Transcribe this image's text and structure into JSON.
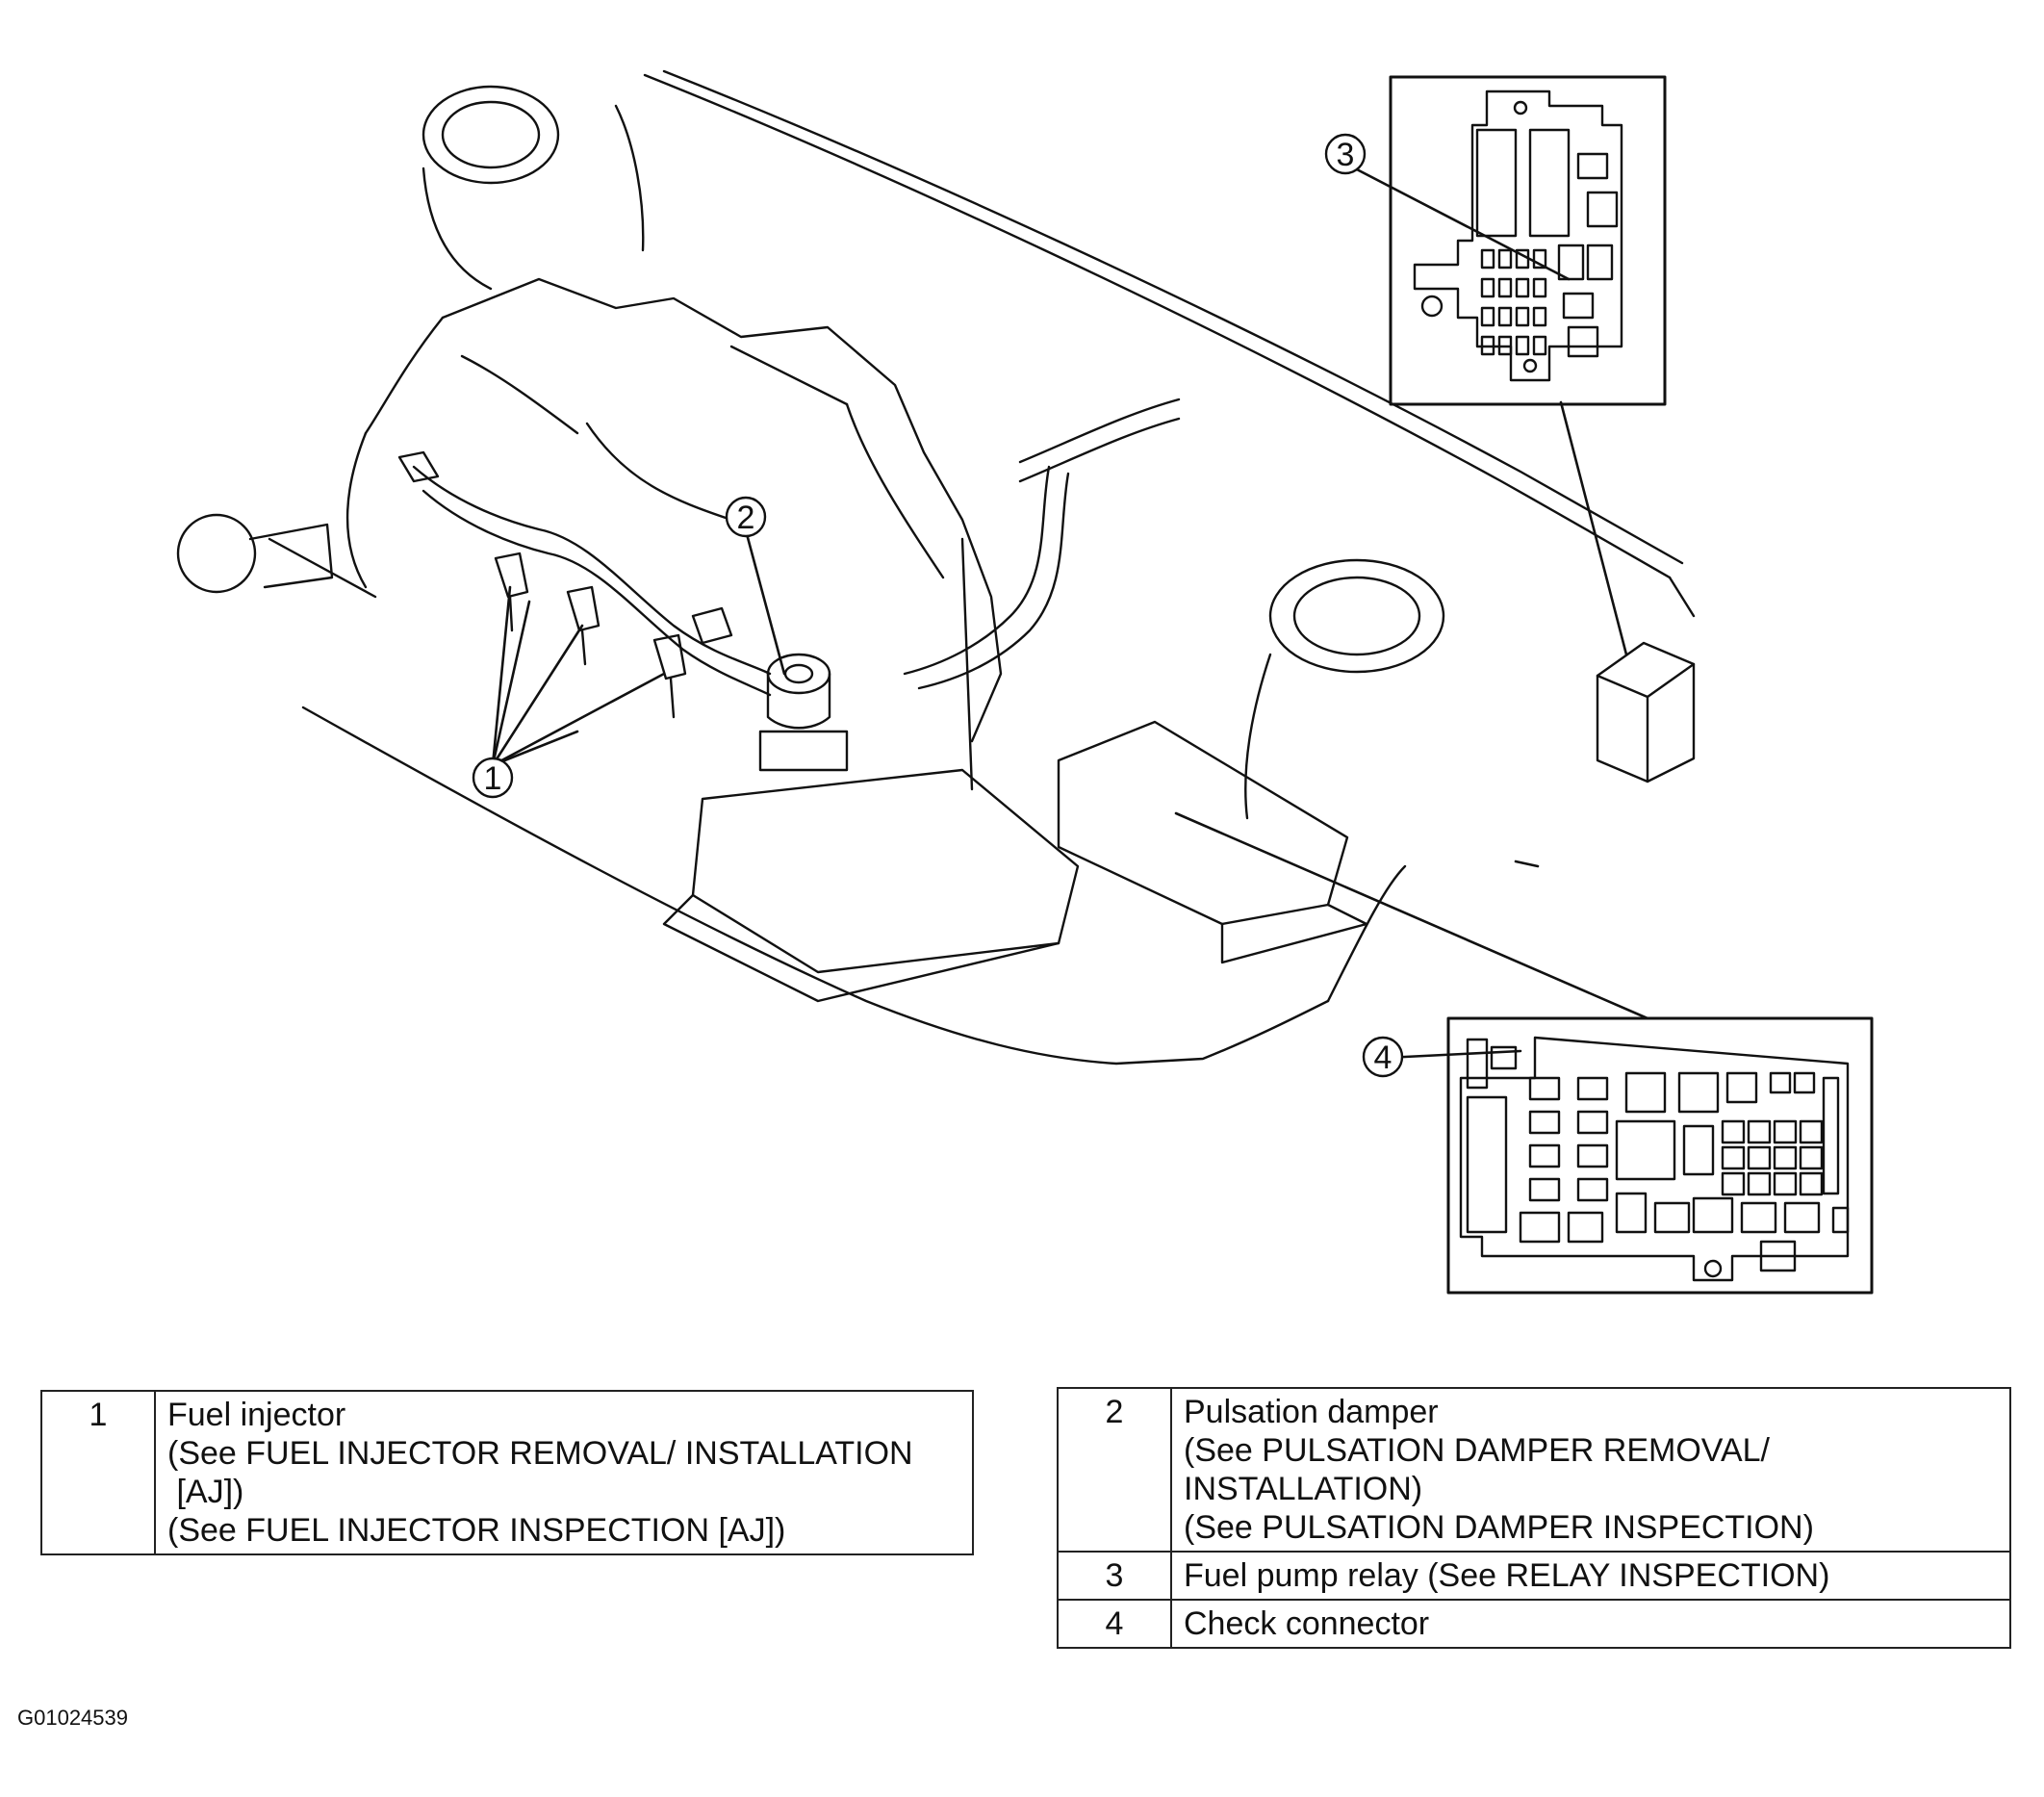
{
  "callouts": {
    "c1": "1",
    "c2": "2",
    "c3": "3",
    "c4": "4"
  },
  "legend_left": {
    "rows": [
      {
        "num": "1",
        "lines": [
          "Fuel injector",
          "(See FUEL INJECTOR REMOVAL/ INSTALLATION",
          " [AJ])",
          "(See FUEL INJECTOR INSPECTION [AJ])"
        ]
      }
    ]
  },
  "legend_right": {
    "rows": [
      {
        "num": "2",
        "lines": [
          "Pulsation damper",
          "(See PULSATION DAMPER REMOVAL/",
          "INSTALLATION)",
          "(See PULSATION DAMPER INSPECTION)"
        ]
      },
      {
        "num": "3",
        "lines": [
          "Fuel pump relay (See RELAY INSPECTION)"
        ]
      },
      {
        "num": "4",
        "lines": [
          "Check connector"
        ]
      }
    ]
  },
  "figure_id": "G01024539"
}
